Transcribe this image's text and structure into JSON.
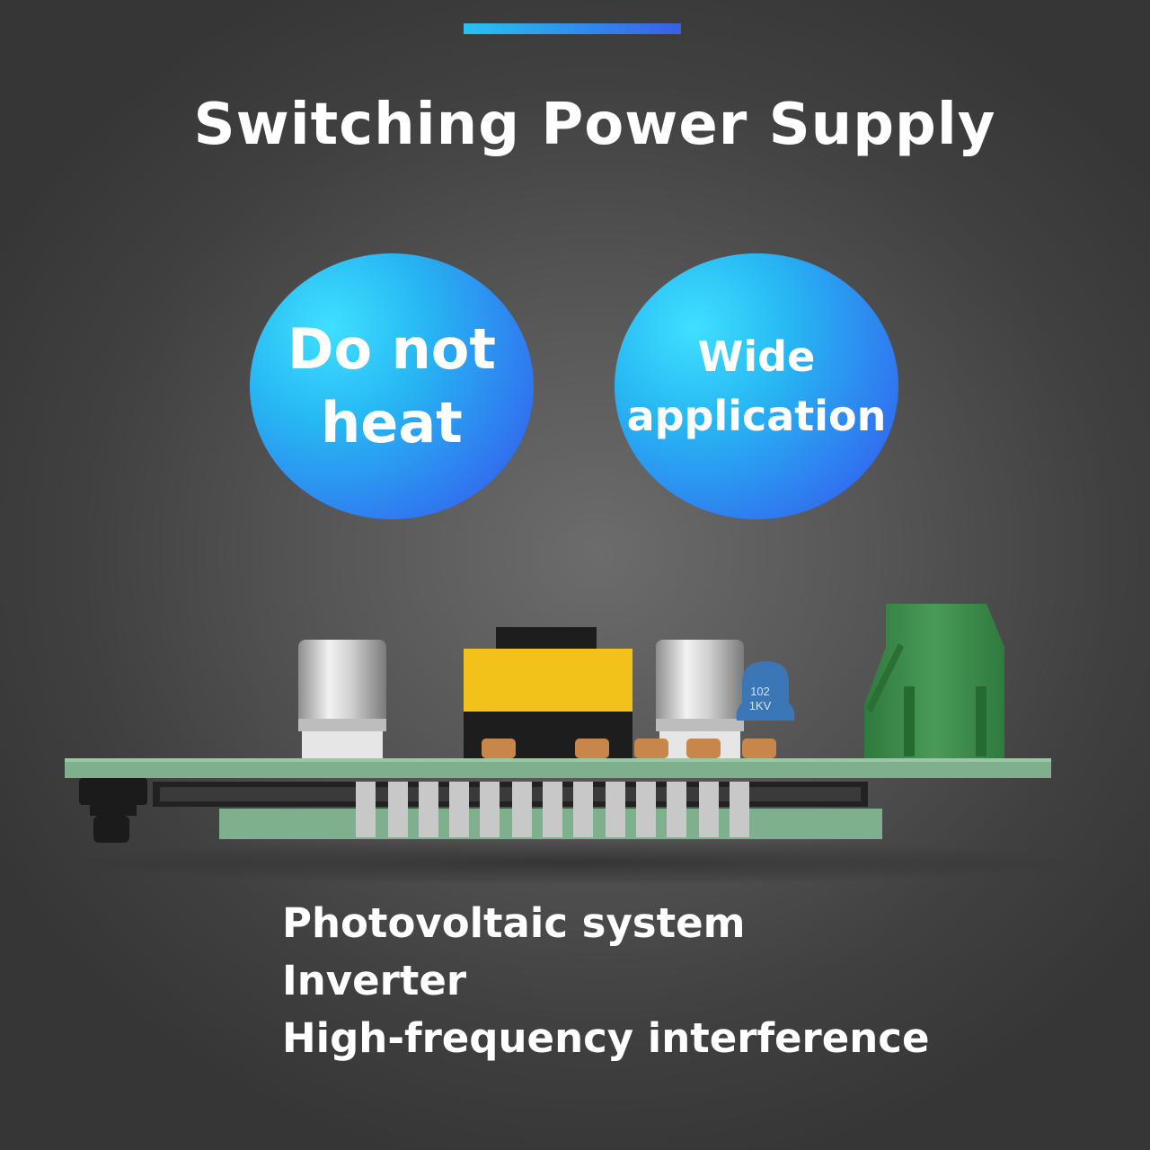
{
  "header": {
    "title": "Switching Power Supply"
  },
  "badges": {
    "left": {
      "line1": "Do not",
      "line2": "heat"
    },
    "right": {
      "line1": "Wide",
      "line2": "application"
    }
  },
  "illustration": {
    "capacitor_marking_line1": "102",
    "capacitor_marking_line2": "1KV"
  },
  "features": [
    "Photovoltaic system",
    "Inverter",
    "High-frequency interference"
  ],
  "colors": {
    "accent_start": "#27c3f0",
    "accent_end": "#3a5ee8",
    "badge_blue": "#2f7ff0",
    "pcb_green": "#7fb08e",
    "terminal_green": "#3a8a4a",
    "transformer_yellow": "#f2c21a"
  }
}
